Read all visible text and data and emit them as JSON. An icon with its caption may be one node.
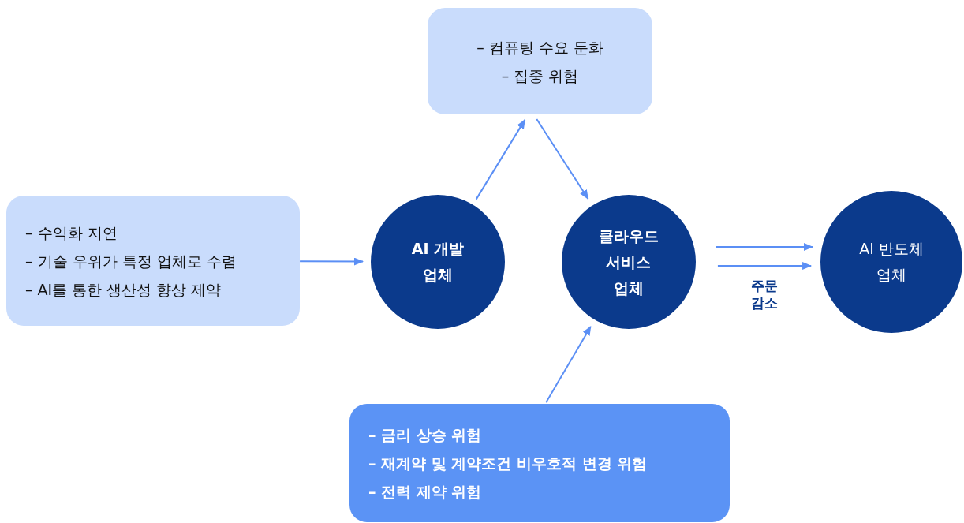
{
  "diagram": {
    "nodes": [
      {
        "text": [
          "– 컴퓨팅 수요 둔화",
          "– 집중 위험"
        ]
      },
      {
        "text": [
          "– 수익화 지연",
          "– 기술 우위가 특정 업체로 수렴",
          "– AI를 통한 생산성 향상 제약"
        ]
      },
      {
        "text": [
          "AI 개발 업체"
        ]
      },
      {
        "text": [
          "클라우드 서비스 업체"
        ]
      },
      {
        "text": [
          "AI 반도체 업체"
        ]
      },
      {
        "text": [
          "– 금리 상승 위험",
          "– 재계약 및 계약조건 비우호적 변경 위험",
          "– 전력 제약 위험"
        ]
      }
    ],
    "edges": [
      {
        "from": 1,
        "to": 2,
        "arrow": "to"
      },
      {
        "from": 2,
        "to": 0,
        "arrow": "to"
      },
      {
        "from": 0,
        "to": 3,
        "arrow": "to"
      },
      {
        "from": 5,
        "to": 3,
        "arrow": "to"
      },
      {
        "from": 3,
        "to": 4,
        "arrow": "to"
      },
      {
        "from": 3,
        "to": 4,
        "arrow": "to",
        "label": "주문 감소"
      }
    ]
  }
}
